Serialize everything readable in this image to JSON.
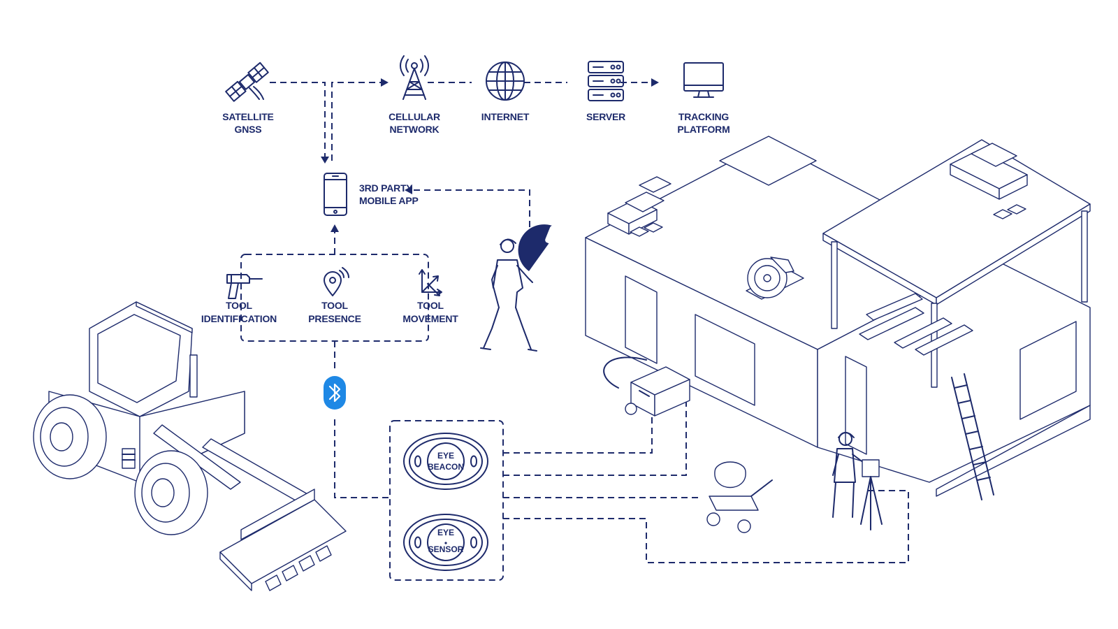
{
  "colors": {
    "ink": "#1d2a6b",
    "bluetooth": "#1e88e5",
    "background": "#ffffff"
  },
  "nodes": {
    "satellite": {
      "line1": "SATELLITE",
      "line2": "GNSS",
      "icon": "satellite-icon"
    },
    "cellular": {
      "line1": "CELLULAR",
      "line2": "NETWORK",
      "icon": "cell-tower-icon"
    },
    "internet": {
      "line1": "INTERNET",
      "icon": "globe-icon"
    },
    "server": {
      "line1": "SERVER",
      "icon": "server-icon"
    },
    "tracking": {
      "line1": "TRACKING",
      "line2": "PLATFORM",
      "icon": "monitor-icon"
    },
    "mobile_app": {
      "line1": "3RD PARTY",
      "line2": "MOBILE APP",
      "icon": "smartphone-icon"
    },
    "tool_identification": {
      "line1": "TOOL",
      "line2": "IDENTIFICATION",
      "icon": "drill-icon"
    },
    "tool_presence": {
      "line1": "TOOL",
      "line2": "PRESENCE",
      "icon": "location-pin-icon"
    },
    "tool_movement": {
      "line1": "TOOL",
      "line2": "MOVEMENT",
      "icon": "movement-axes-icon"
    },
    "bluetooth": {
      "icon": "bluetooth-icon"
    },
    "eye_beacon": {
      "line1": "EYE",
      "line2": "BEACON",
      "icon": "beacon-tag-icon"
    },
    "eye_sensor": {
      "line1": "EYE",
      "line2": "SENSOR",
      "icon": "sensor-tag-icon"
    }
  },
  "scene": {
    "items": [
      "wheel-loader",
      "worker-with-phone",
      "building",
      "circular-saw",
      "generator",
      "cement-mixer",
      "surveyor-with-tripod",
      "ladder",
      "brick-stacks",
      "lumber-planks"
    ]
  }
}
